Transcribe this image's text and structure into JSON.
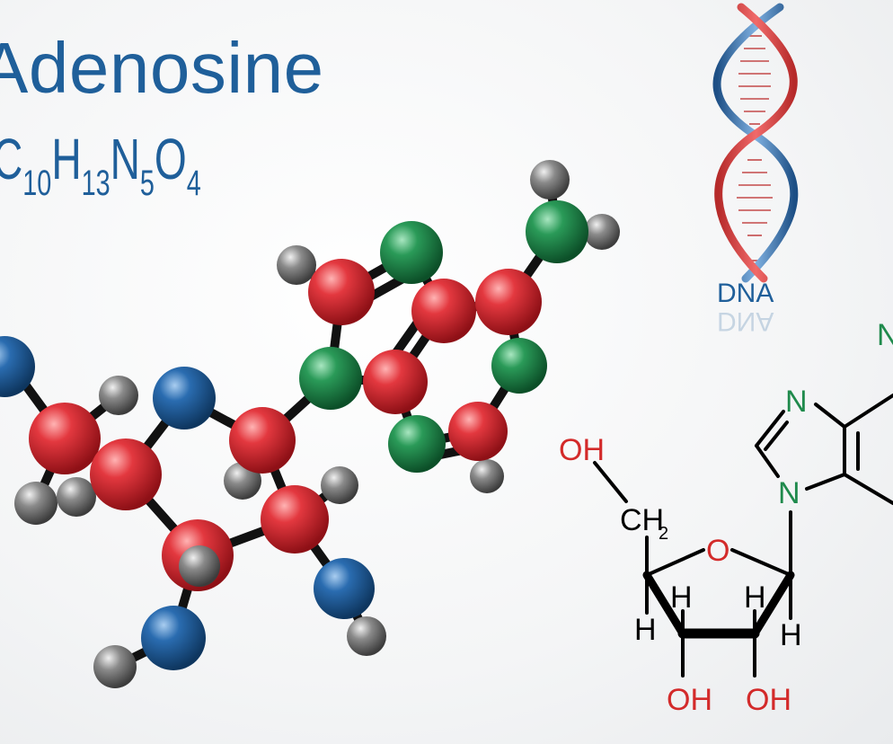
{
  "title": "Adenosine",
  "formula": {
    "parts": [
      {
        "el": "C",
        "n": "10"
      },
      {
        "el": "H",
        "n": "13"
      },
      {
        "el": "N",
        "n": "5"
      },
      {
        "el": "O",
        "n": "4"
      }
    ]
  },
  "dna_label": "DNA",
  "structural_labels": {
    "hydroxyl_top": "OH",
    "ch2": "CH",
    "ch2_sub": "2",
    "ring_oxygen": "O",
    "h_left": "H",
    "h_inner_left": "H",
    "h_inner_right": "H",
    "h_right": "H",
    "hydroxyl_bottom_left": "OH",
    "hydroxyl_bottom_right": "OH",
    "n_top": "N",
    "n_bottom": "N",
    "n_edge": "N"
  },
  "colors": {
    "title": "#1f5f9a",
    "carbon": "#d42a33",
    "nitrogen": "#1f8a4c",
    "oxygen": "#1f5f9a",
    "hydrogen": "#6f6f6f",
    "bond": "#111111",
    "dna_red": "#d63a3a",
    "dna_blue": "#2a6cb0"
  }
}
